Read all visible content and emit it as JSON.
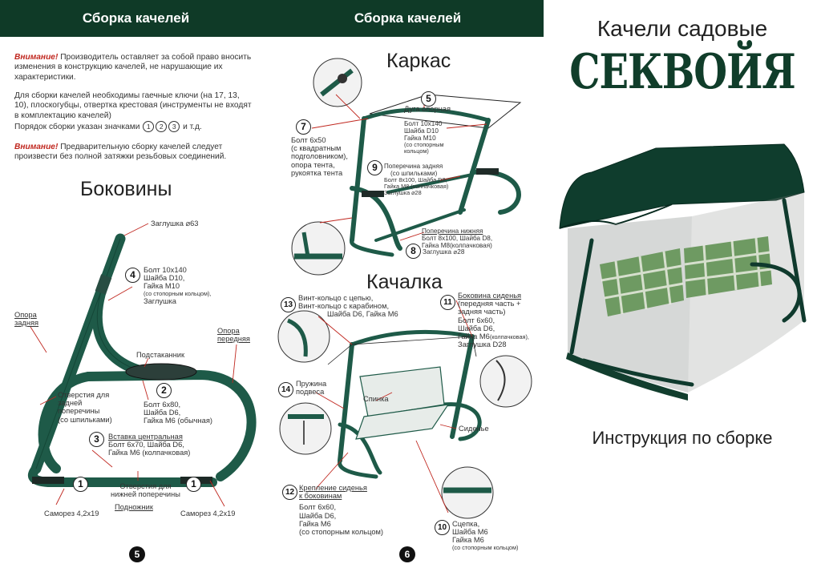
{
  "headers": {
    "left": "Сборка качелей",
    "middle": "Сборка качелей"
  },
  "intro": {
    "warn1_label": "Внимание!",
    "warn1_text": " Производитель оставляет за собой право вносить изменения в конструкцию качелей, не нарушающие их характеристики.",
    "tools_text": "Для сборки качелей необходимы гаечные ключи (на 17, 13, 10), плоскогубцы, отвертка крестовая (инструменты не входят в комплектацию качелей)",
    "order_text": "Порядок сборки указан значками",
    "order_nums": [
      "1",
      "2",
      "3"
    ],
    "order_tail": "и т.д.",
    "warn2_label": "Внимание!",
    "warn2_text": " Предварительную сборку качелей следует произвести без полной затяжки резьбовых соединений."
  },
  "sections": {
    "sides": "Боковины",
    "frame": "Каркас",
    "swing": "Качалка"
  },
  "sides": {
    "zaglushka63": "Заглушка ⌀63",
    "n4": "4",
    "bolt4": [
      "Болт 10х140",
      "Шайба D10,",
      "Гайка М10"
    ],
    "bolt4_note": "(со стопорным кольцом),",
    "bolt4_tail": "Заглушка",
    "opora_zad": [
      "Опора",
      "задняя"
    ],
    "opora_per": [
      "Опора",
      "передняя"
    ],
    "podstakannik": "Подстаканник",
    "n2": "2",
    "bolt2": [
      "Болт 6х80,",
      "Шайба D6,",
      "Гайка М6 (обычная)"
    ],
    "otv_zad": [
      "Отверстия для",
      "задней",
      "поперечины",
      "(со шпильками)"
    ],
    "n3": "3",
    "vstavka": "Вставка центральная",
    "bolt3": [
      "Болт 6х70, Шайба D6,",
      "Гайка М6 (колпачковая)"
    ],
    "n1a": "1",
    "n1b": "1",
    "otv_niz": [
      "Отверстия для",
      "нижней поперечины"
    ],
    "podnozhnik": "Подножник",
    "samorez_l": "Саморез 4,2х19",
    "samorez_r": "Саморез 4,2х19",
    "page": "5"
  },
  "frame": {
    "n5": "5",
    "duga": "Дуга опорная",
    "n7": "7",
    "bolt7": [
      "Болт 6х50",
      "(с квадратным",
      "подголовником),",
      "опора тента,",
      "рукоятка тента"
    ],
    "bolt10": [
      "Болт 10х140",
      "Шайба D10",
      "Гайка М10"
    ],
    "bolt10_note": [
      "(со стопорным",
      "кольцом)"
    ],
    "n9": "9",
    "pop_zad": [
      "Поперечина задняя",
      "(со шпильками)"
    ],
    "pop_zad_b": [
      "Болт 8х100, Шайба D8,",
      "Гайка М8 (колпачковая)",
      "Заглушка ⌀28"
    ],
    "pop_niz": [
      "Поперечина нижняя",
      "Болт 8х100, Шайба D8,",
      "Гайка М8(колпачковая)"
    ],
    "n8": "8",
    "zagl28": "Заглушка ⌀28"
  },
  "swing": {
    "n13": "13",
    "vint": [
      "Винт-кольцо с цепью,",
      "Винт-кольцо с карабином,",
      "Шайба D6, Гайка М6"
    ],
    "n11": "11",
    "bokovina": [
      "Боковина сиденья",
      "(передняя часть +",
      "задняя часть)",
      "Болт 6х60,",
      "Шайба D6,",
      "Гайка М6"
    ],
    "bokovina_note": "(колпачковая),",
    "zagl_d28": "Заглушка D28",
    "n14": "14",
    "pruzhina": [
      "Пружина",
      "подвеса"
    ],
    "spinka": "Спинка",
    "sidenie": "Сиденье",
    "n12": "12",
    "kreplenie": [
      "Крепление сиденья",
      "к боковинам"
    ],
    "bolt12": [
      "Болт 6х60,",
      "Шайба D6,",
      "Гайка М6"
    ],
    "bolt12_note": "(со стопорным кольцом)",
    "n10": "10",
    "scepka": [
      "Сцепка,",
      "Шайба М6",
      "Гайка М6"
    ],
    "scepka_note": "(со стопорным кольцом)",
    "page": "6"
  },
  "cover": {
    "title": "Качели садовые",
    "brand": "СЕКВОЙЯ",
    "subtitle": "Инструкция по сборке"
  },
  "colors": {
    "header_bg": "#0f3a27",
    "frame_green": "#1e5a48",
    "warning_red": "#c0271f",
    "brand": "#103d2a"
  }
}
